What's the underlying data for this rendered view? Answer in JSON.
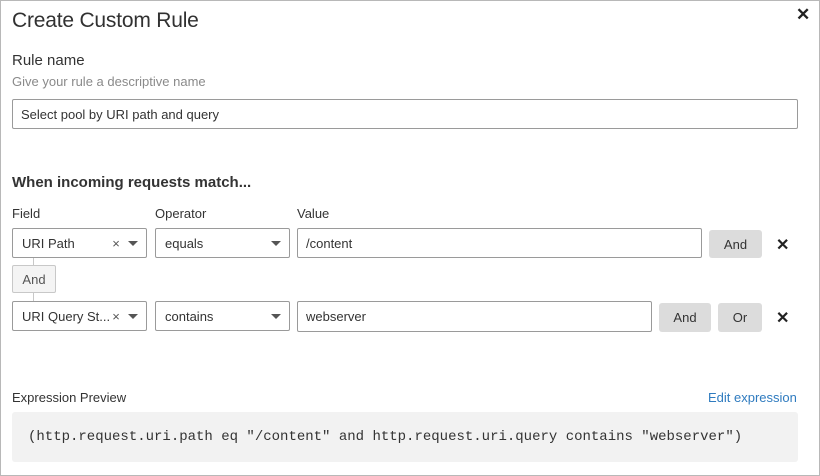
{
  "dialog": {
    "title": "Create Custom Rule",
    "close_icon": "close-icon"
  },
  "rule_name": {
    "label": "Rule name",
    "hint": "Give your rule a descriptive name",
    "value": "Select pool by URI path and query"
  },
  "match": {
    "heading": "When incoming requests match...",
    "columns": {
      "field": "Field",
      "operator": "Operator",
      "value": "Value"
    },
    "rows": [
      {
        "field": "URI Path",
        "operator": "equals",
        "value": "/content",
        "and_label": "And"
      },
      {
        "field": "URI Query St...",
        "operator": "contains",
        "value": "webserver",
        "and_label": "And",
        "or_label": "Or"
      }
    ],
    "connector_label": "And"
  },
  "preview": {
    "label": "Expression Preview",
    "edit_link": "Edit expression",
    "expression": "(http.request.uri.path eq \"/content\" and http.request.uri.query contains \"webserver\")"
  },
  "colors": {
    "link": "#2f7bbf",
    "button_bg": "#dcdcdc",
    "preview_bg": "#f2f2f2"
  }
}
